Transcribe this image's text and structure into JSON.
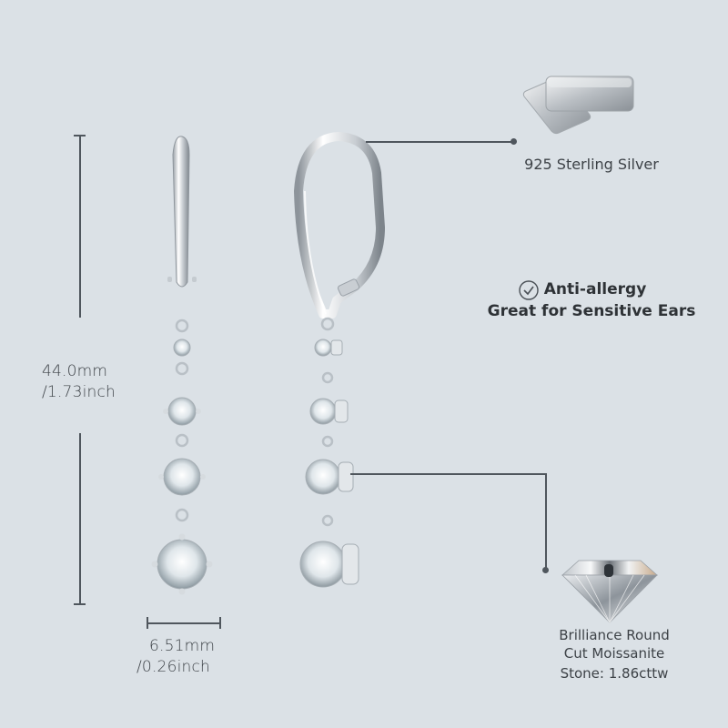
{
  "dimensions": {
    "length": {
      "mm": "44.0mm",
      "inch": "/1.73inch"
    },
    "width": {
      "mm": "6.51mm",
      "inch": "/0.26inch"
    }
  },
  "features": {
    "material": {
      "label": "925 Sterling Silver",
      "icon": "silver-bars-icon"
    },
    "hypoallergenic": {
      "icon": "check-circle-icon",
      "title": "Anti-allergy",
      "subtitle": "Great for Sensitive Ears"
    },
    "stone": {
      "icon": "moissanite-gem-icon",
      "line1": "Brilliance Round",
      "line2": "Cut Moissanite",
      "weight": "Stone: 1.86cttw"
    }
  },
  "colors": {
    "background": "#dbe1e6",
    "line": "#4f565d",
    "text": "#3d4247"
  }
}
